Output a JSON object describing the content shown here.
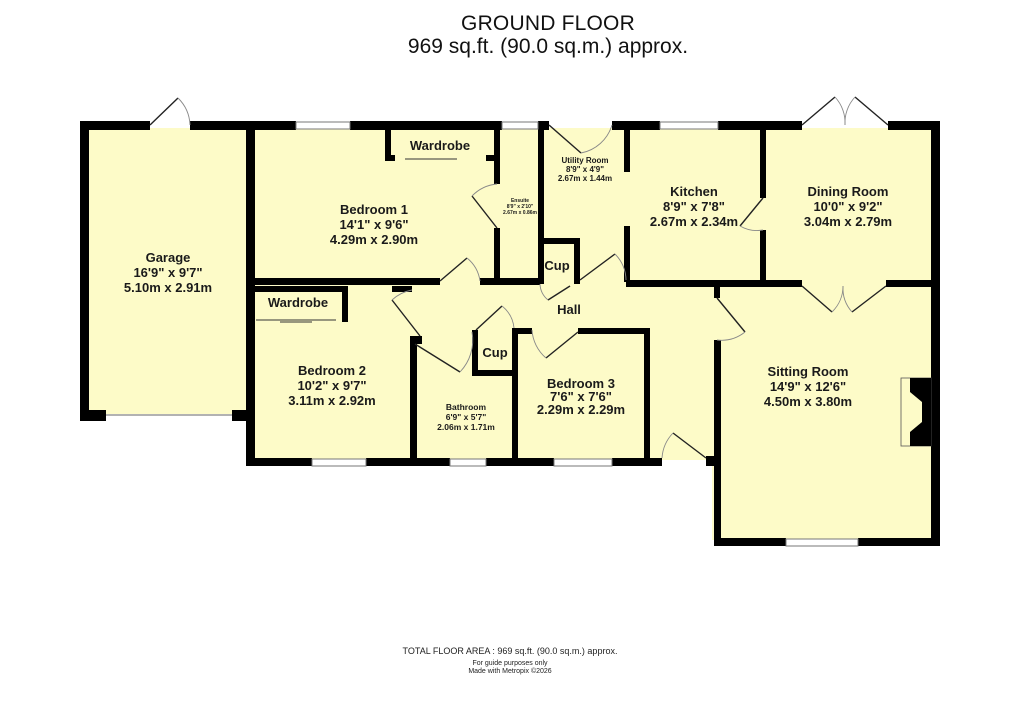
{
  "header": {
    "title": "GROUND FLOOR",
    "subtitle": "969 sq.ft. (90.0 sq.m.) approx."
  },
  "rooms": {
    "garage": {
      "name": "Garage",
      "imperial": "16'9\"  x 9'7\"",
      "metric": "5.10m  x 2.91m"
    },
    "bedroom1": {
      "name": "Bedroom 1",
      "imperial": "14'1\"  x 9'6\"",
      "metric": "4.29m  x 2.90m"
    },
    "ensuite": {
      "name": "Ensuite",
      "imperial": "8'9\"  x 2'10\"",
      "metric": "2.67m  x 0.86m"
    },
    "utility": {
      "name": "Utility Room",
      "imperial": "8'9\"  x 4'9\"",
      "metric": "2.67m  x 1.44m"
    },
    "kitchen": {
      "name": "Kitchen",
      "imperial": "8'9\"  x 7'8\"",
      "metric": "2.67m  x 2.34m"
    },
    "dining": {
      "name": "Dining Room",
      "imperial": "10'0\"  x 9'2\"",
      "metric": "3.04m  x 2.79m"
    },
    "bedroom2": {
      "name": "Bedroom 2",
      "imperial": "10'2\"  x 9'7\"",
      "metric": "3.11m  x 2.92m"
    },
    "bathroom": {
      "name": "Bathroom",
      "imperial": "6'9\"  x 5'7\"",
      "metric": "2.06m  x 1.71m"
    },
    "bedroom3": {
      "name": "Bedroom 3",
      "imperial": "7'6\"  x 7'6\"",
      "metric": "2.29m  x 2.29m"
    },
    "sitting": {
      "name": "Sitting Room",
      "imperial": "14'9\"  x 12'6\"",
      "metric": "4.50m  x 3.80m"
    },
    "hall": {
      "name": "Hall"
    },
    "cup1": {
      "name": "Cup"
    },
    "cup2": {
      "name": "Cup"
    },
    "wardrobe1": {
      "name": "Wardrobe"
    },
    "wardrobe2": {
      "name": "Wardrobe"
    }
  },
  "footer": {
    "total": "TOTAL FLOOR AREA : 969 sq.ft. (90.0 sq.m.) approx.",
    "guide": "For guide purposes only",
    "made": "Made with Metropix ©2026"
  },
  "colors": {
    "room_fill": "#fdfbc8",
    "wall": "#000000",
    "window": "#ffffff"
  }
}
